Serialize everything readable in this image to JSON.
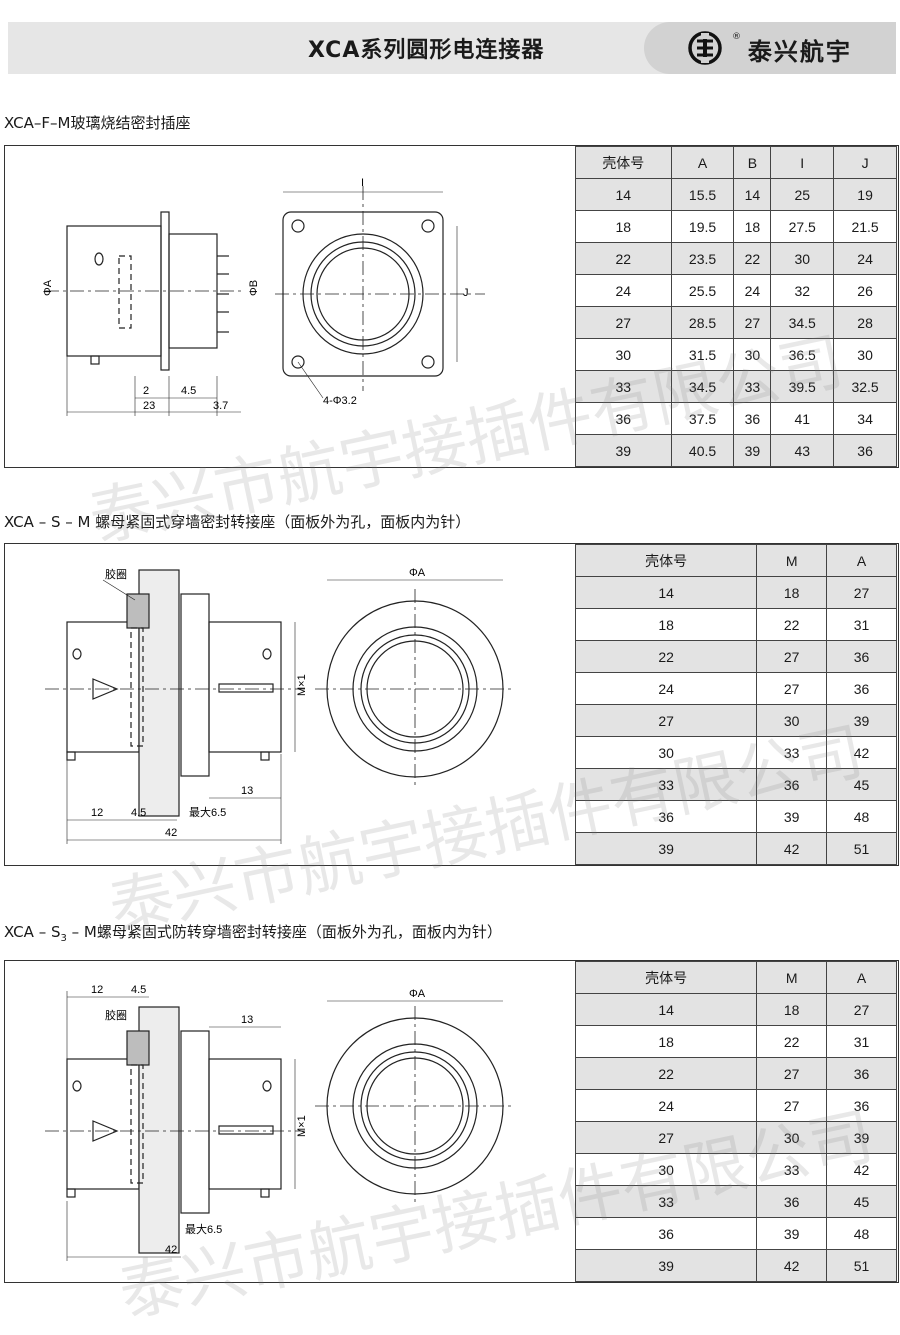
{
  "header": {
    "title": "XCA系列圆形电连接器",
    "brand": "泰兴航宇",
    "brand_mark": "® "
  },
  "watermark": "泰兴市航宇接插件有限公司",
  "sections": [
    {
      "title_prefix": "XCA–F–M玻璃烧结密封插座",
      "title_sub": "",
      "title_suffix": "",
      "headers": [
        "壳体号",
        "A",
        "B",
        "I",
        "J"
      ],
      "rows": [
        [
          "14",
          "15.5",
          "14",
          "25",
          "19"
        ],
        [
          "18",
          "19.5",
          "18",
          "27.5",
          "21.5"
        ],
        [
          "22",
          "23.5",
          "22",
          "30",
          "24"
        ],
        [
          "24",
          "25.5",
          "24",
          "32",
          "26"
        ],
        [
          "27",
          "28.5",
          "27",
          "34.5",
          "28"
        ],
        [
          "30",
          "31.5",
          "30",
          "36.5",
          "30"
        ],
        [
          "33",
          "34.5",
          "33",
          "39.5",
          "32.5"
        ],
        [
          "36",
          "37.5",
          "36",
          "41",
          "34"
        ],
        [
          "39",
          "40.5",
          "39",
          "43",
          "36"
        ]
      ],
      "labels": {
        "phi_a": "ΦA",
        "phi_b": "ΦB",
        "i": "I",
        "j": "J",
        "d2": "2",
        "d45": "4.5",
        "d23": "23",
        "d37": "3.7",
        "holes": "4-Φ3.2"
      }
    },
    {
      "title_prefix": "XCA – S – M  螺母紧固式穿墙密封转接座（面板外为孔，面板内为针）",
      "title_sub": "",
      "title_suffix": "",
      "headers": [
        "壳体号",
        "M",
        "A"
      ],
      "rows": [
        [
          "14",
          "18",
          "27"
        ],
        [
          "18",
          "22",
          "31"
        ],
        [
          "22",
          "27",
          "36"
        ],
        [
          "24",
          "27",
          "36"
        ],
        [
          "27",
          "30",
          "39"
        ],
        [
          "30",
          "33",
          "42"
        ],
        [
          "33",
          "36",
          "45"
        ],
        [
          "36",
          "39",
          "48"
        ],
        [
          "39",
          "42",
          "51"
        ]
      ],
      "labels": {
        "gasket": "胶圈",
        "phi_a": "ΦA",
        "mx1": "M×1",
        "d13": "13",
        "d12": "12",
        "d45": "4.5",
        "max": "最大6.5",
        "d42": "42"
      }
    },
    {
      "title_prefix": "XCA – S",
      "title_sub": "3",
      "title_suffix": " – M螺母紧固式防转穿墙密封转接座（面板外为孔，面板内为针）",
      "headers": [
        "壳体号",
        "M",
        "A"
      ],
      "rows": [
        [
          "14",
          "18",
          "27"
        ],
        [
          "18",
          "22",
          "31"
        ],
        [
          "22",
          "27",
          "36"
        ],
        [
          "24",
          "27",
          "36"
        ],
        [
          "27",
          "30",
          "39"
        ],
        [
          "30",
          "33",
          "42"
        ],
        [
          "33",
          "36",
          "45"
        ],
        [
          "36",
          "39",
          "48"
        ],
        [
          "39",
          "42",
          "51"
        ]
      ],
      "labels": {
        "gasket": "胶圈",
        "phi_a": "ΦA",
        "mx1": "M×1",
        "d13": "13",
        "d12": "12",
        "d45": "4.5",
        "max": "最大6.5",
        "d42": "42"
      }
    }
  ]
}
